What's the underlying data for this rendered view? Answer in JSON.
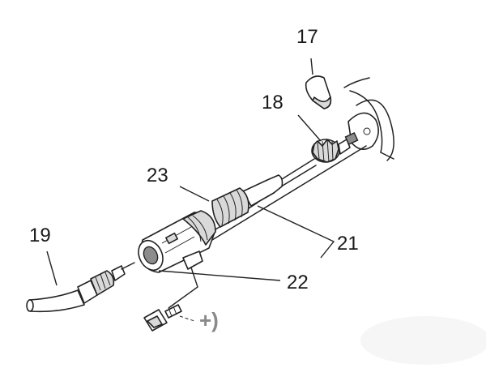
{
  "callouts": {
    "c17": "17",
    "c18": "18",
    "c19": "19",
    "c21": "21",
    "c22": "22",
    "c23": "23"
  },
  "note_symbol": "+)",
  "colors": {
    "line": "#222222",
    "shade": "#d9d9d9",
    "dark": "#8c8c8c",
    "symbol": "#8a8a8a"
  }
}
